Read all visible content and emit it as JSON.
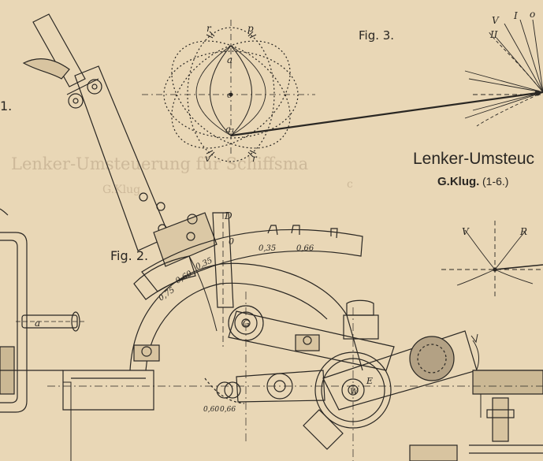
{
  "title": {
    "main": "Lenker-Umsteuc",
    "author": "G.Klug.",
    "figures_range": "(1-6.)"
  },
  "figures": {
    "fig1": "1.",
    "fig2": "Fig. 2.",
    "fig3": "Fig. 3."
  },
  "bleed_through": {
    "line1": "Lenker-Umsteuerung für Schiffsma",
    "line2": "G.Klug",
    "line3": "c"
  },
  "fig3_labels": {
    "r_top": "r",
    "p_top": "p",
    "v_bottom": "v",
    "r_bottom": "r",
    "a_upper": "a",
    "o_center": "o",
    "a1_lower": "a₁"
  },
  "fan_labels": {
    "V": "V",
    "I": "I",
    "o": "o",
    "II": "II",
    "V2": "V",
    "R": "R"
  },
  "fig2_labels": {
    "D": "D",
    "scale_0": "0",
    "scale_035": "0,35",
    "scale_066": "0,66",
    "arc_035": "0,35",
    "arc_060": "0,60",
    "arc_075": "0,75",
    "bot_060": "0,60",
    "bot_066": "0,66",
    "G": "G",
    "E": "E",
    "W": "W",
    "a_shaft": "a"
  },
  "colors": {
    "paper": "#e9d7b6",
    "ink": "#2a2723",
    "ghost": "#cdb99a"
  }
}
